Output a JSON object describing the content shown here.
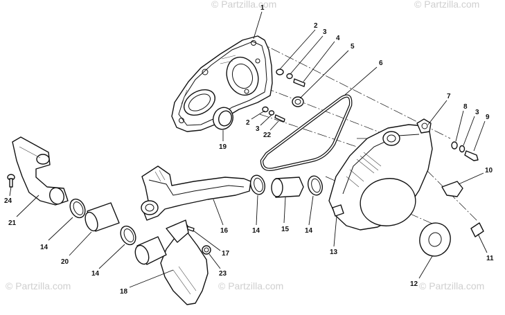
{
  "watermarks": {
    "top_center": "© Partzilla.com",
    "top_right": "© Partzilla.com",
    "bottom_left": "© Partzilla.com",
    "bottom_center": "© Partzilla.com",
    "bottom_right": "© Partzilla.com"
  },
  "callouts": {
    "c1": "1",
    "c2a": "2",
    "c3a": "3",
    "c4": "4",
    "c5": "5",
    "c6": "6",
    "c2b": "2",
    "c3b": "3",
    "c22": "22",
    "c19": "19",
    "c7": "7",
    "c8": "8",
    "c3c": "3",
    "c9": "9",
    "c10": "10",
    "c11": "11",
    "c12": "12",
    "c13": "13",
    "c14a": "14",
    "c15": "15",
    "c14b": "14",
    "c16": "16",
    "c17": "17",
    "c23": "23",
    "c18": "18",
    "c14c": "14",
    "c20": "20",
    "c14d": "14",
    "c21": "21",
    "c24": "24"
  },
  "colors": {
    "ink": "#111111",
    "watermark": "#cfcfcf",
    "paper": "#ffffff"
  }
}
